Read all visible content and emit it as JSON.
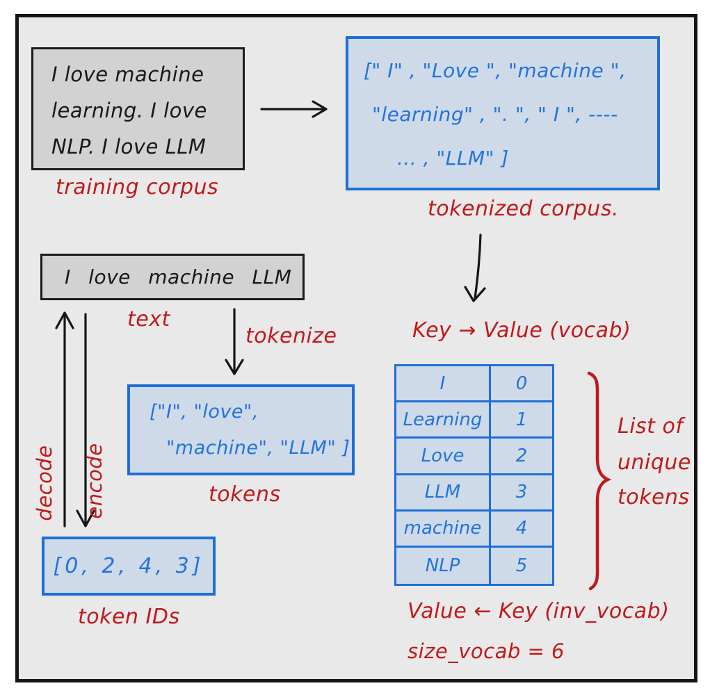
{
  "colors": {
    "background": "#e9e9e9",
    "frame_border": "#161616",
    "gray_box_fill": "#d2d2d2",
    "blue_box_fill": "#cfdae9",
    "blue_stroke": "#1f6ed8",
    "blue_text": "#2273dd",
    "red_annotation": "#c0191c",
    "ink": "#181818"
  },
  "training_corpus": {
    "lines": [
      "I love machine",
      "learning. I love",
      "NLP. I love LLM"
    ],
    "label": "training corpus"
  },
  "tokenized_corpus": {
    "lines": [
      "[\" I\" , \"Love \", \"machine \",",
      "\"learning\" , \". \", \" I \", ----",
      "... , \"LLM\" ]"
    ],
    "label": "tokenized corpus."
  },
  "vocab": {
    "title": "Key → Value   (vocab)",
    "rows": [
      {
        "token": "I",
        "id": "0"
      },
      {
        "token": "Learning",
        "id": "1"
      },
      {
        "token": "Love",
        "id": "2"
      },
      {
        "token": "LLM",
        "id": "3"
      },
      {
        "token": "machine",
        "id": "4"
      },
      {
        "token": "NLP",
        "id": "5"
      }
    ],
    "brace_label_lines": [
      "List of",
      "unique",
      "tokens"
    ],
    "inverse_title": "Value ← Key  (inv_vocab)",
    "size_note": "size_vocab = 6"
  },
  "text_sample": {
    "line": "I love machine LLM",
    "label": "text"
  },
  "tokens": {
    "lines": [
      "[\"I\", \"love\",",
      "\"machine\", \"LLM\" ]"
    ],
    "label": "tokens"
  },
  "token_ids": {
    "line": "[0, 2, 4, 3]",
    "label": "token IDs"
  },
  "operations": {
    "tokenize": "tokenize",
    "encode": "encode",
    "decode": "decode"
  }
}
